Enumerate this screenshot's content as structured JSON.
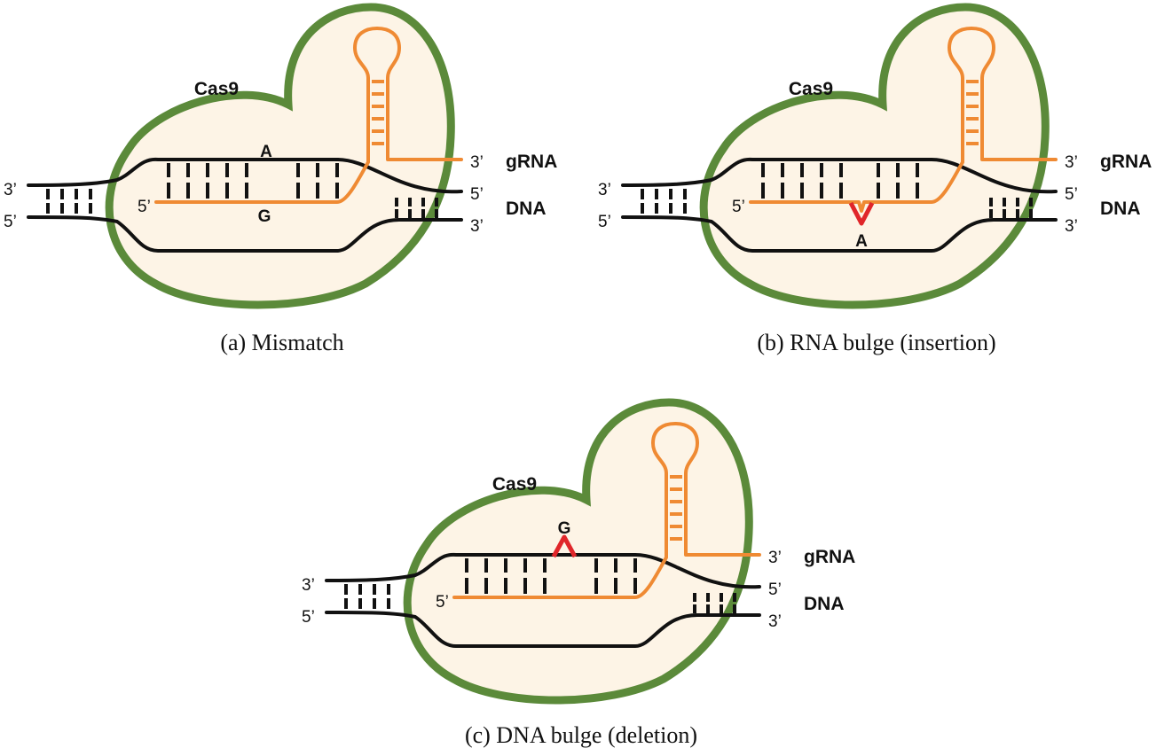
{
  "colors": {
    "protein_outline": "#5b8a3a",
    "protein_fill": "#fdf4e6",
    "dna": "#111111",
    "rna": "#ef8a33",
    "variant": "#e0262a"
  },
  "panels": [
    {
      "id": "a",
      "caption": "(a) Mismatch",
      "protein_label": "Cas9",
      "grna_label": "gRNA",
      "dna_label": "DNA",
      "ends": {
        "left_top": "3’",
        "left_bottom": "5’",
        "rna_5": "5’",
        "rna_3": "3’",
        "right_top": "5’",
        "right_bottom": "3’"
      },
      "variant_type": "mismatch",
      "variant_bases": {
        "top": "A",
        "bottom": "G"
      }
    },
    {
      "id": "b",
      "caption": "(b) RNA bulge (insertion)",
      "protein_label": "Cas9",
      "grna_label": "gRNA",
      "dna_label": "DNA",
      "ends": {
        "left_top": "3’",
        "left_bottom": "5’",
        "rna_5": "5’",
        "rna_3": "3’",
        "right_top": "5’",
        "right_bottom": "3’"
      },
      "variant_type": "rna_bulge",
      "variant_bases": {
        "base": "A"
      }
    },
    {
      "id": "c",
      "caption": "(c) DNA bulge (deletion)",
      "protein_label": "Cas9",
      "grna_label": "gRNA",
      "dna_label": "DNA",
      "ends": {
        "left_top": "3’",
        "left_bottom": "5’",
        "rna_5": "5’",
        "rna_3": "3’",
        "right_top": "5’",
        "right_bottom": "3’"
      },
      "variant_type": "dna_bulge",
      "variant_bases": {
        "base": "G"
      }
    }
  ]
}
